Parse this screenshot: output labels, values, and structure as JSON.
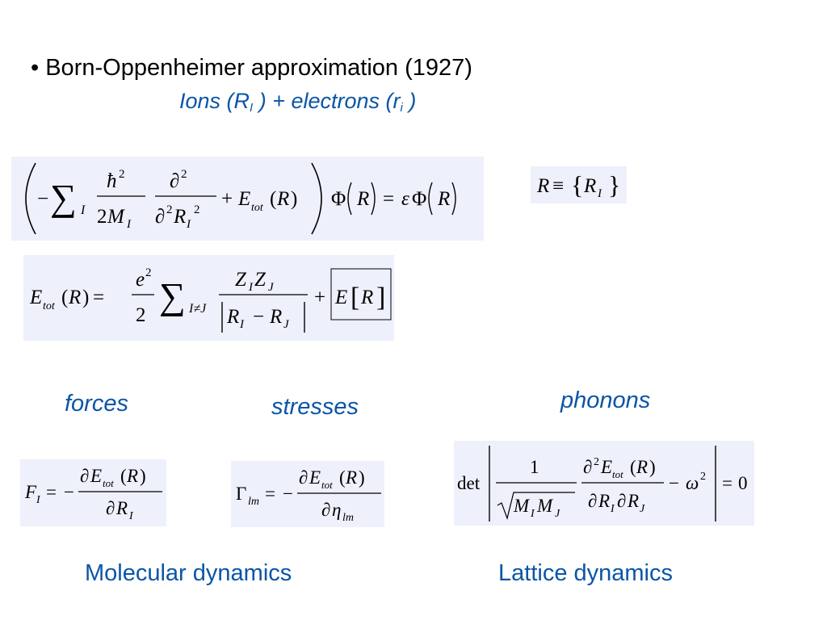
{
  "slide": {
    "bullet": "•",
    "title": "Born-Oppenheimer approximation (1927)",
    "subtitle": {
      "ions_text": "Ions (R",
      "ions_sub": "I",
      "middle": " ) + electrons (r",
      "electrons_sub": "i",
      "end": " )"
    },
    "labels": {
      "forces": "forces",
      "stresses": "stresses",
      "phonons": "phonons"
    },
    "sections": {
      "md": "Molecular dynamics",
      "ld": "Lattice dynamics"
    }
  },
  "equations": {
    "schrodinger": "(−Σ_I ħ²/(2M_I) ∂²/∂²R_I² + E_tot(R)) Φ(R) = εΦ(R)",
    "definition": "R ≡ {R_I}",
    "total_energy": "E_tot(R) = e²/2 Σ_{I≠J} Z_I Z_J / |R_I − R_J| + E[R]",
    "force": "F_I = −∂E_tot(R)/∂R_I",
    "stress": "Γ_lm = −∂E_tot(R)/∂η_lm",
    "phonon": "det| 1/√(M_I M_J) ∂²E_tot(R)/(∂R_I∂R_J) − ω² | = 0"
  },
  "colors": {
    "accent": "#0a55a7",
    "equation_background": "#eef0fb",
    "text": "#000000"
  }
}
